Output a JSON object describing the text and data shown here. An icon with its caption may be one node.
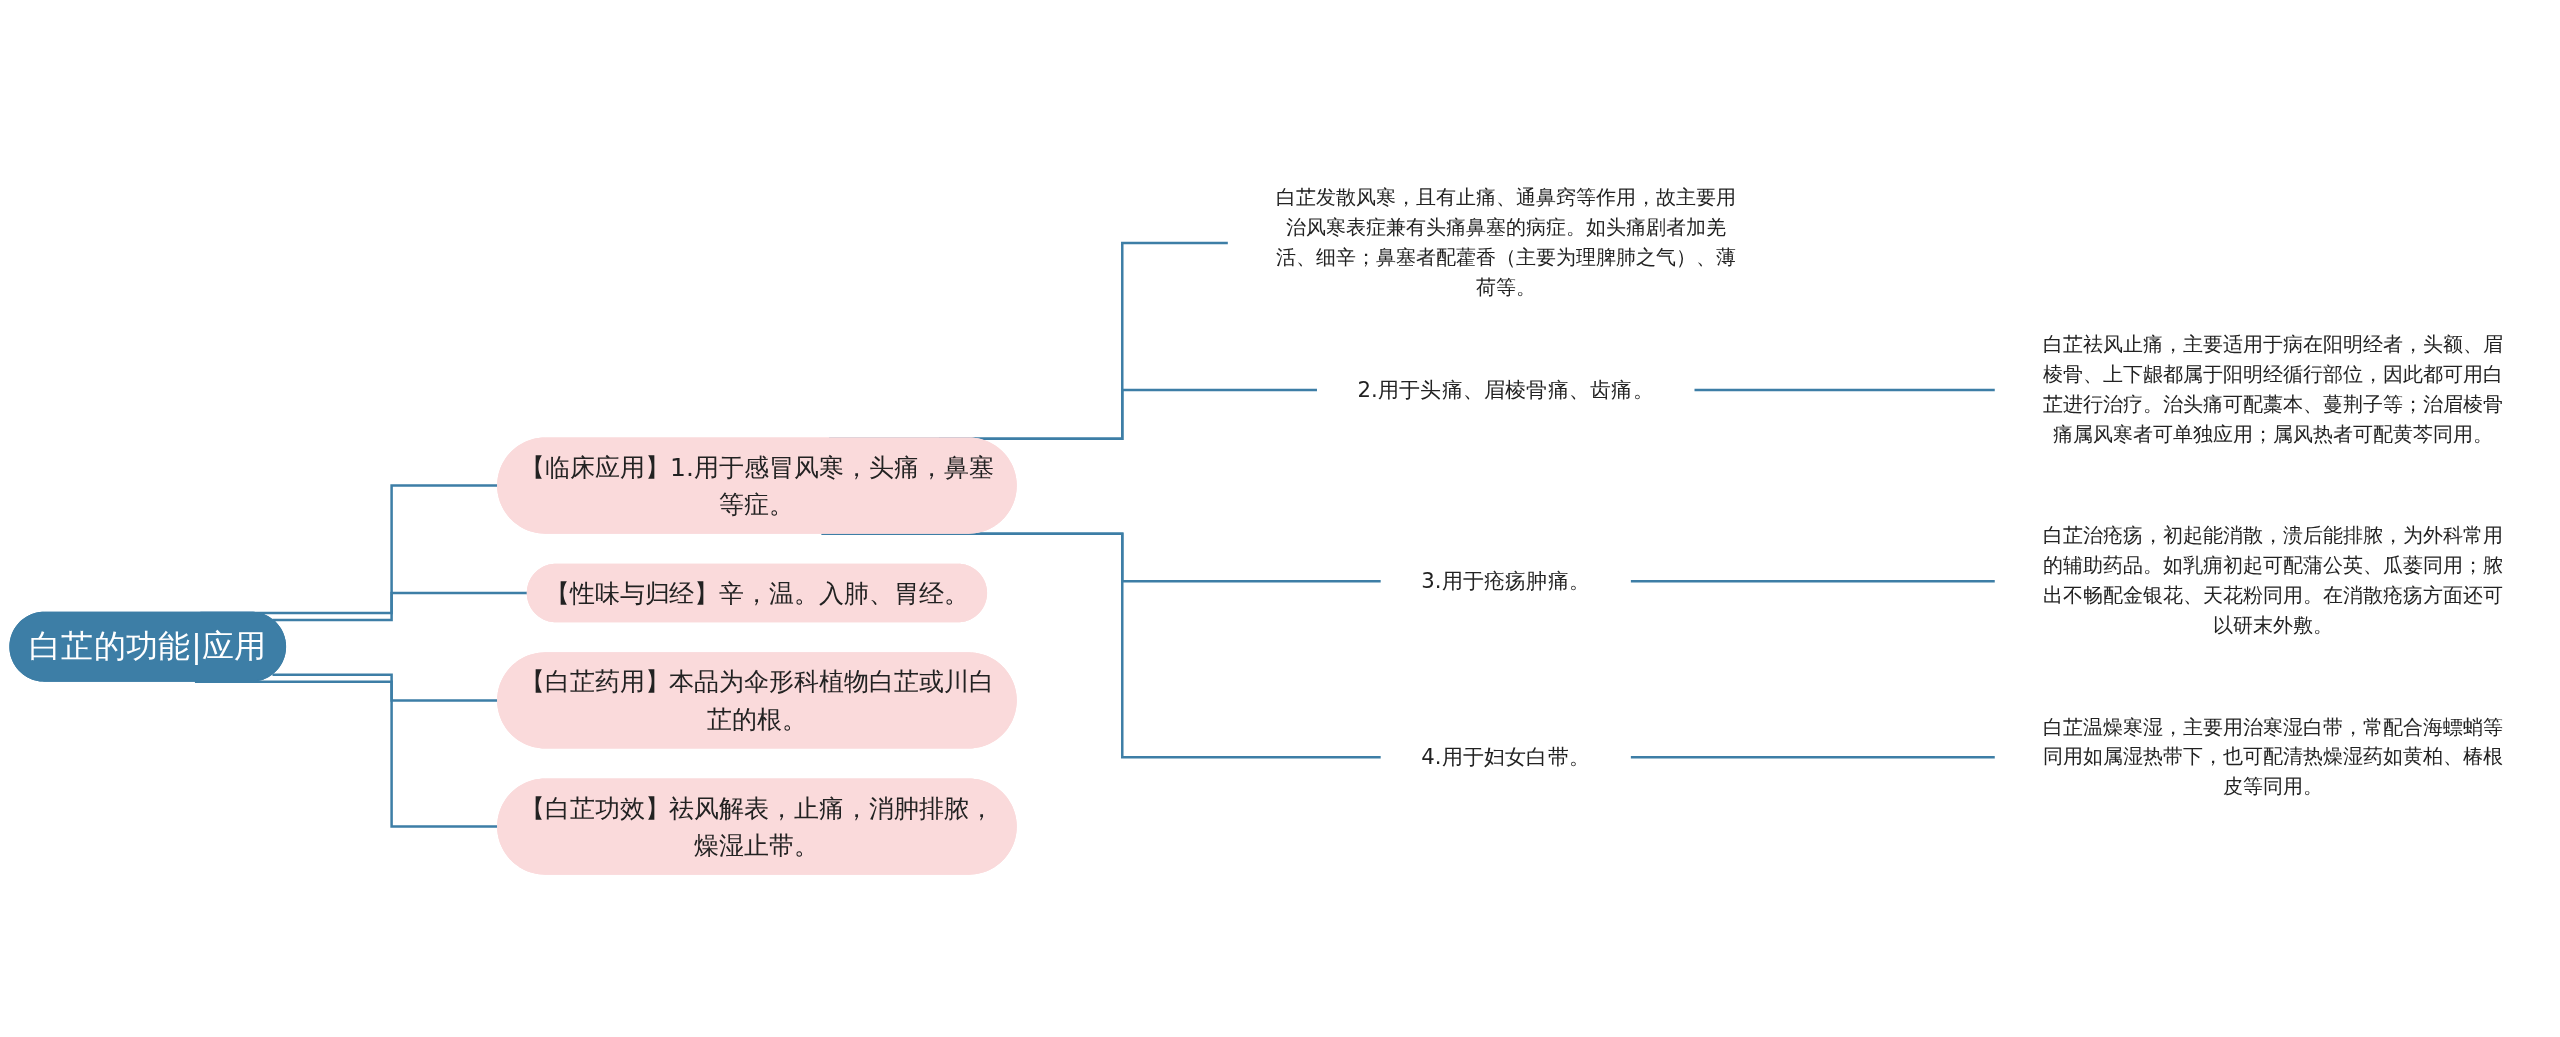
{
  "diagram": {
    "nodes": [
      {
        "text": [
          "白芷的功能|应用"
        ]
      },
      {
        "text": [
          "【性味与归经】辛，温。入肺、胃经。"
        ]
      },
      {
        "text": [
          "【白芷药用】本品为伞形科植物白芷或川白芷的根。"
        ]
      },
      {
        "text": [
          "【白芷功效】祛风解表，止痛，消肿排脓，燥湿止带。"
        ]
      },
      {
        "text": [
          "【临床应用】1.用于感冒风寒，头痛，鼻塞等症。"
        ]
      },
      {
        "text": [
          "白芷发散风寒，且有止痛、通鼻窍等作用，故主要用治风寒表症兼有头痛鼻塞的病症。如头痛剧者加羌活、细辛；鼻塞者配藿香（主要为理脾肺之气）、薄荷等。"
        ]
      },
      {
        "text": [
          "2.用于头痛、眉棱骨痛、齿痛。"
        ]
      },
      {
        "text": [
          "白芷祛风止痛，主要适用于病在阳明经者，头额、眉棱骨、上下龈都属于阳明经循行部位，因此都可用白芷进行治疗。治头痛可配藁本、蔓荆子等；治眉棱骨痛属风寒者可单独应用；属风热者可配黄芩同用。"
        ]
      },
      {
        "text": [
          "3.用于疮疡肿痛。"
        ]
      },
      {
        "text": [
          "白芷治疮疡，初起能消散，溃后能排脓，为外科常用的辅助药品。如乳痈初起可配蒲公英、瓜蒌同用；脓出不畅配金银花、天花粉同用。在消散疮疡方面还可以研末外敷。"
        ]
      },
      {
        "text": [
          "4.用于妇女白带。"
        ]
      },
      {
        "text": [
          "白芷温燥寒湿，主要用治寒湿白带，常配合海螵蛸等同用如属湿热带下，也可配清热燥湿药如黄柏、椿根皮等同用。"
        ]
      }
    ],
    "edges": [
      {
        "from": 0,
        "to": 1,
        "arrow": "none"
      },
      {
        "from": 0,
        "to": 2,
        "arrow": "none"
      },
      {
        "from": 0,
        "to": 3,
        "arrow": "none"
      },
      {
        "from": 0,
        "to": 4,
        "arrow": "none"
      },
      {
        "from": 4,
        "to": 5,
        "arrow": "none"
      },
      {
        "from": 4,
        "to": 6,
        "arrow": "none"
      },
      {
        "from": 6,
        "to": 7,
        "arrow": "none"
      },
      {
        "from": 4,
        "to": 8,
        "arrow": "none"
      },
      {
        "from": 8,
        "to": 9,
        "arrow": "none"
      },
      {
        "from": 4,
        "to": 10,
        "arrow": "none"
      },
      {
        "from": 10,
        "to": 11,
        "arrow": "none"
      }
    ]
  }
}
